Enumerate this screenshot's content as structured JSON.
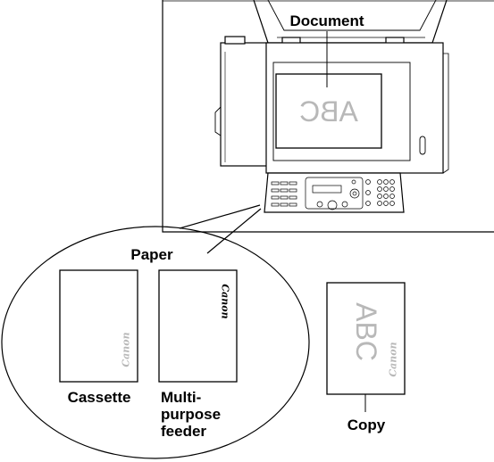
{
  "labels": {
    "document": "Document",
    "paper": "Paper",
    "cassette": "Cassette",
    "multi_line1": "Multi-",
    "multi_line2": "purpose",
    "multi_line3": "feeder",
    "copy": "Copy"
  },
  "document_text": "ABC",
  "copy_text": "ABC",
  "brand_mark": "Canon",
  "colors": {
    "line": "#000000",
    "ghost_text": "#b8b8b8",
    "background": "#ffffff"
  }
}
